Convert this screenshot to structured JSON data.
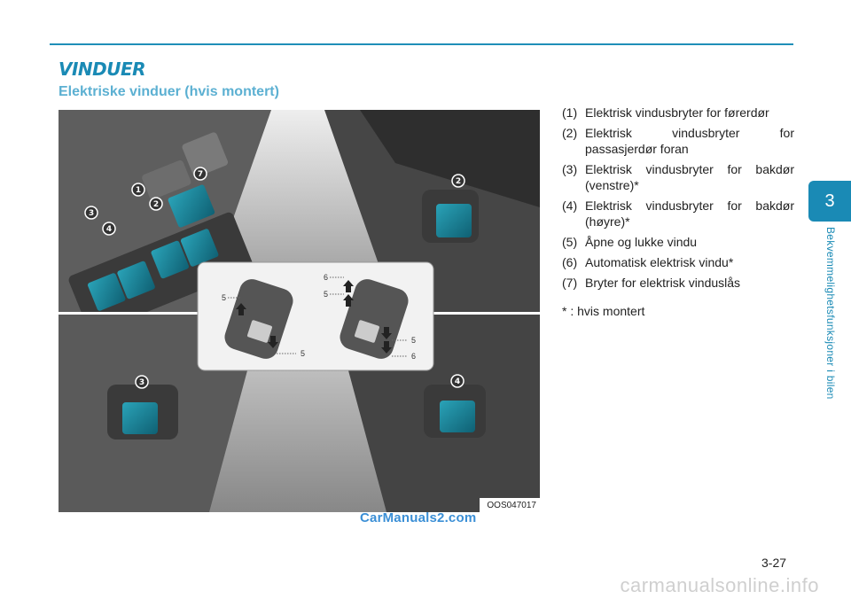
{
  "header": {
    "section_title": "VINDUER",
    "subsection_title": "Elektriske vinduer (hvis montert)"
  },
  "figure": {
    "code": "OOS047017",
    "callouts": [
      "1",
      "2",
      "3",
      "4",
      "7",
      "2",
      "3",
      "4"
    ],
    "inset_labels": {
      "left_up": "5",
      "left_down": "5",
      "right_up_top": "6",
      "right_up": "5",
      "right_down": "5",
      "right_down_bottom": "6"
    }
  },
  "list": [
    {
      "num": "(1)",
      "text": "Elektrisk vindusbryter for førerdør"
    },
    {
      "num": "(2)",
      "text": "Elektrisk vindusbryter for passasjerdør foran"
    },
    {
      "num": "(3)",
      "text": "Elektrisk vindusbryter for bakdør (venstre)*"
    },
    {
      "num": "(4)",
      "text": "Elektrisk vindusbryter for bakdør (høyre)*"
    },
    {
      "num": "(5)",
      "text": "Åpne og lukke vindu"
    },
    {
      "num": "(6)",
      "text": "Automatisk elektrisk vindu*"
    },
    {
      "num": "(7)",
      "text": "Bryter for elektrisk vinduslås"
    }
  ],
  "footnote": "* : hvis montert",
  "side_tab": {
    "number": "3",
    "text": "Bekvemmelighetsfunksjoner i bilen"
  },
  "watermark": "CarManuals2.com",
  "page_number": "3-27",
  "banner": "carmanualsonline.info",
  "colors": {
    "accent": "#1a8ab5",
    "switch_teal": "#1d7f95"
  }
}
